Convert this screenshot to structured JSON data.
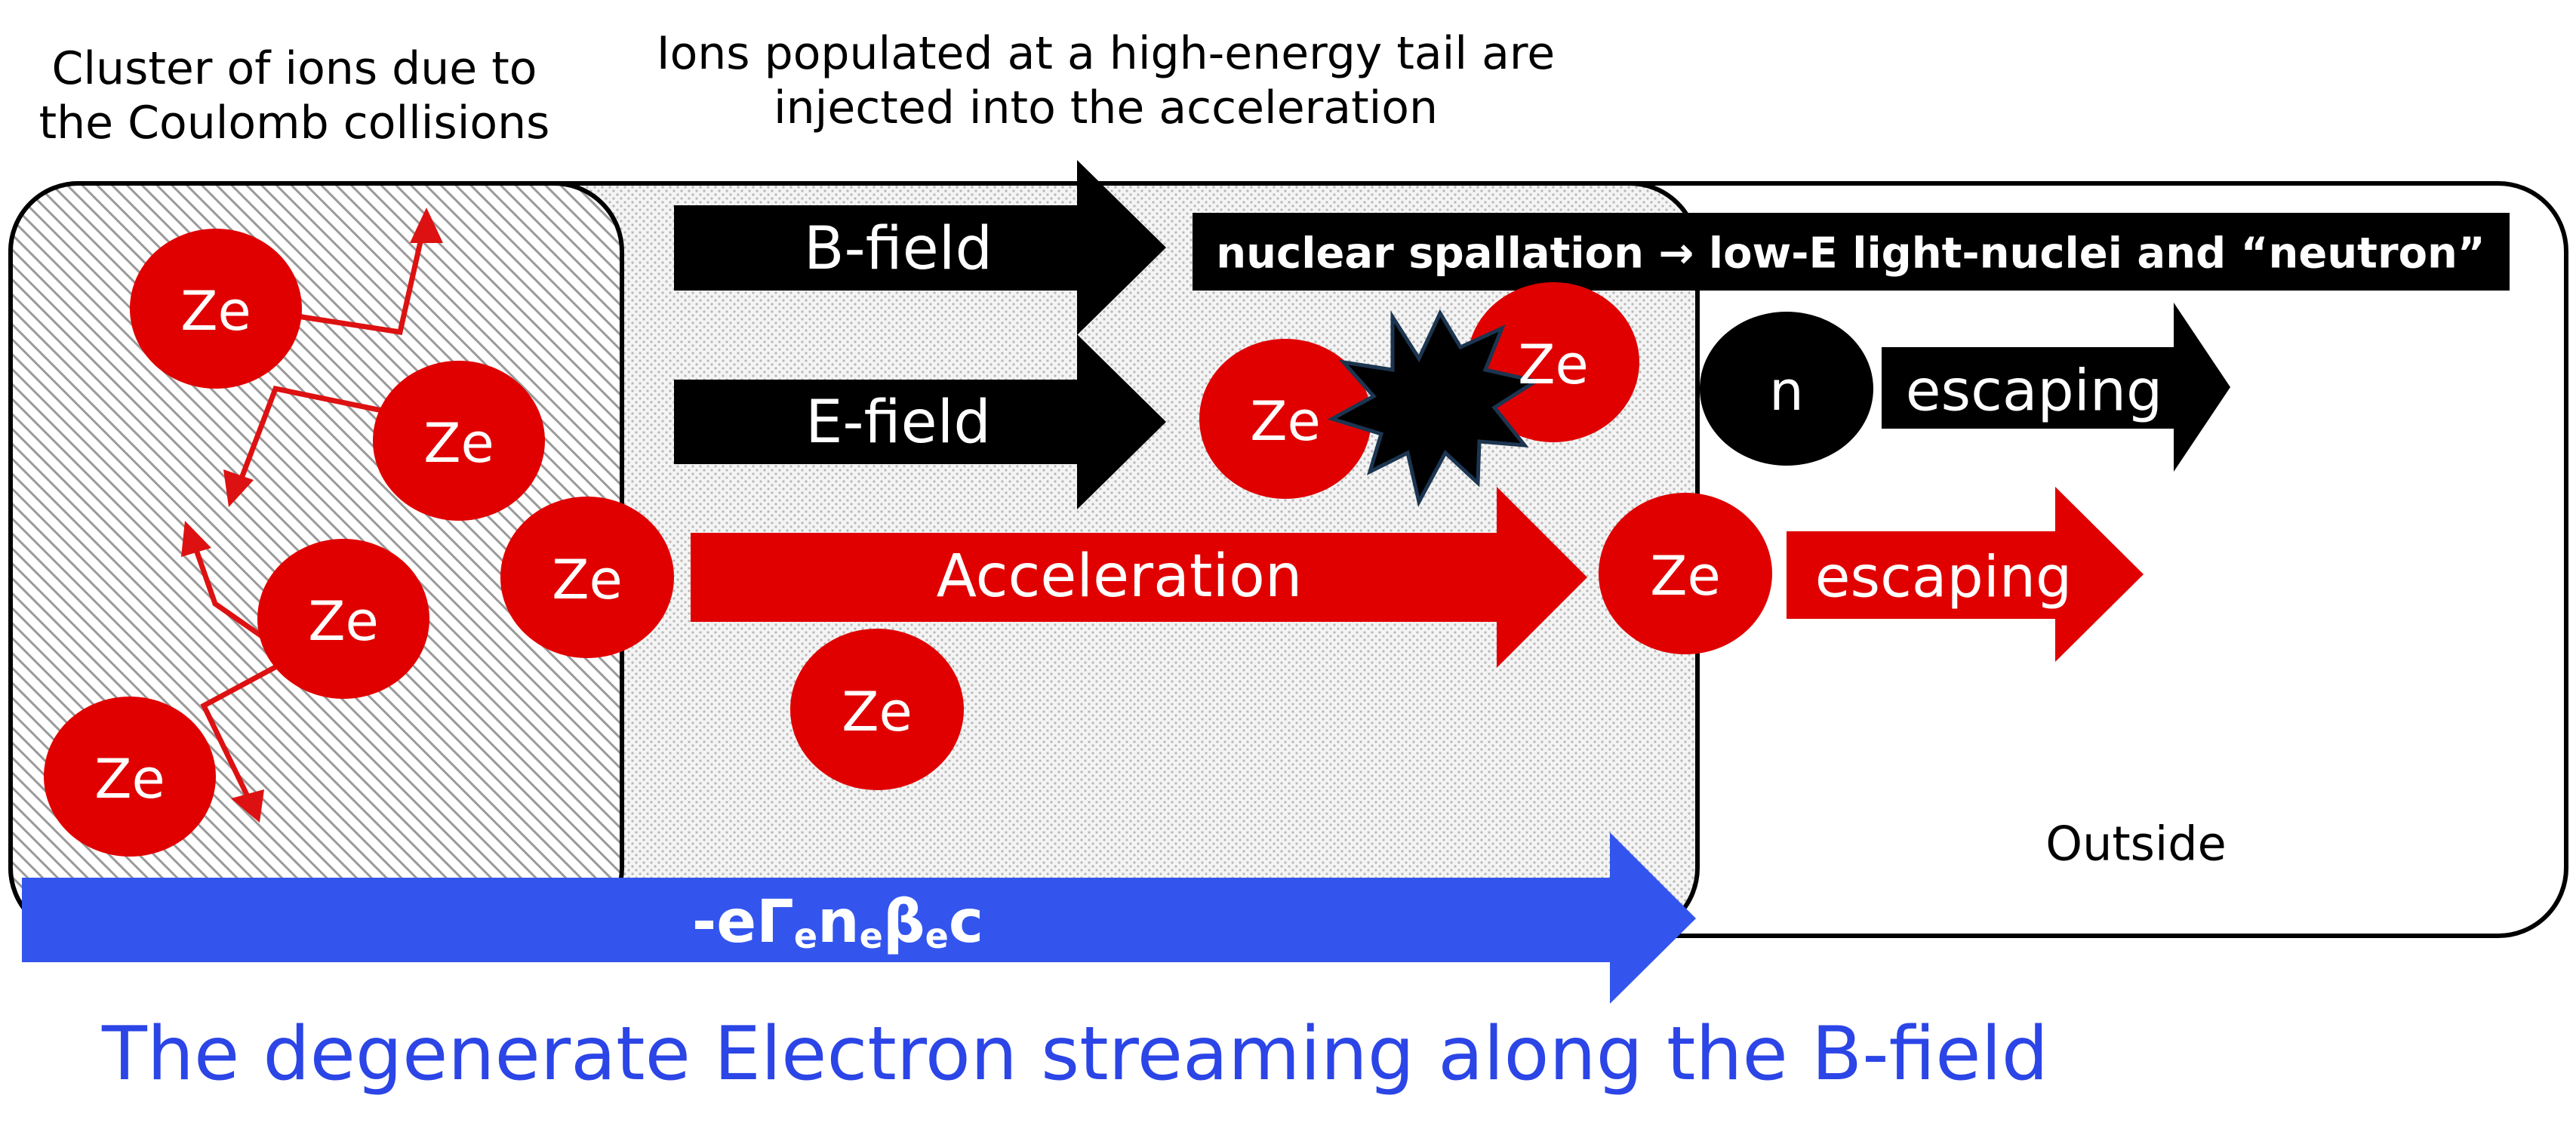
{
  "top_captions": {
    "cluster_line1": "Cluster of ions due to",
    "cluster_line2": "the Coulomb collisions",
    "tail_line1": "Ions populated at a high-energy tail are",
    "tail_line2": "injected into the acceleration"
  },
  "labels": {
    "b_field": "B-field",
    "e_field": "E-field",
    "spallation": "nuclear spallation → low-E light-nuclei and “neutron”",
    "acceleration": "Acceleration",
    "escaping_neutron": "escaping",
    "escaping_ion": "escaping",
    "neutron": "n",
    "outside": "Outside",
    "ion": "Ze"
  },
  "current": {
    "prefix": "-e",
    "gamma": "Γ",
    "sub1": "e",
    "n": "n",
    "sub2": "e",
    "beta": "β",
    "sub3": "e",
    "c": "c"
  },
  "bottom_caption": "The degenerate Electron streaming along the B-field",
  "colors": {
    "ion_red": "#e00000",
    "arrow_black": "#000000",
    "electron_blue": "#3355ee",
    "caption_blue": "#2b45e6"
  }
}
